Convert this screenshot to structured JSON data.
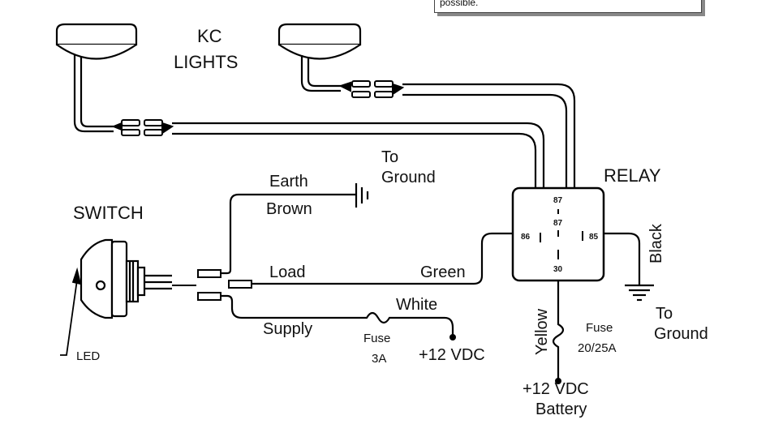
{
  "note": {
    "text": "possible."
  },
  "labels": {
    "kc": "KC",
    "lights": "LIGHTS",
    "relay": "RELAY",
    "switch": "SWITCH",
    "led": "LED",
    "earth": "Earth",
    "brown": "Brown",
    "to_ground_1a": "To",
    "to_ground_1b": "Ground",
    "load": "Load",
    "green": "Green",
    "white": "White",
    "supply": "Supply",
    "fuse_small": "Fuse",
    "fuse_small_rating": "3A",
    "vdc_switch": "+12 VDC",
    "black": "Black",
    "to_ground_2a": "To",
    "to_ground_2b": "Ground",
    "yellow": "Yellow",
    "fuse_big": "Fuse",
    "fuse_big_rating": "20/25A",
    "vdc_battery": "+12 VDC",
    "battery": "Battery"
  },
  "relay_pins": {
    "p87_top": "87",
    "p87_mid": "87",
    "p86": "86",
    "p85": "85",
    "p30": "30"
  }
}
